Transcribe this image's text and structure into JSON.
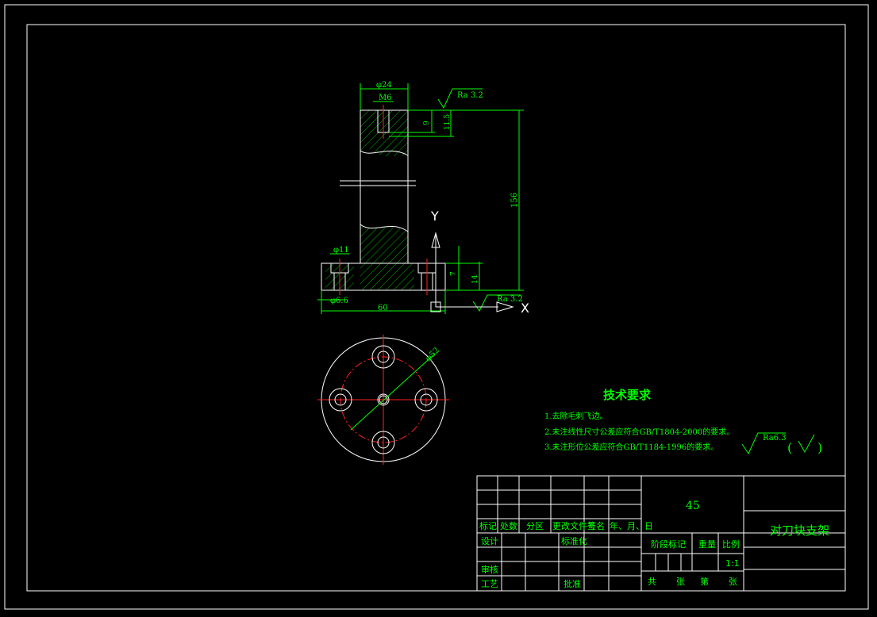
{
  "colors": {
    "background": "#000000",
    "outline": "#ffffff",
    "dimension": "#00ff00",
    "centerline": "#ff2020"
  },
  "front_view": {
    "dim_top_outer": "φ24",
    "dim_top_thread": "M6",
    "dim_depth_a": "9",
    "dim_depth_b": "11.5",
    "dim_height": "156",
    "dim_hole": "φ11",
    "dim_hole_small": "φ6.6",
    "dim_flange": "7",
    "dim_flange_total": "14",
    "dim_width": "60",
    "roughness_top": "Ra 3.2",
    "roughness_bottom": "Ra 3.2",
    "axis_y": "Y",
    "axis_x": "X"
  },
  "top_view": {
    "dim_pcd": "φ52"
  },
  "tech_requirements": {
    "title": "技术要求",
    "items": [
      "1.去除毛刺飞边。",
      "2.未注线性尺寸公差应符合GB/T1804-2000的要求。",
      "3.未注形位公差应符合GB/T1184-1996的要求。"
    ],
    "roughness_general": "Ra6.3",
    "roughness_paren_open": "(",
    "roughness_paren_close": ")"
  },
  "title_block": {
    "material": "45",
    "part_name": "对刀块支架",
    "row_labels": [
      "标记",
      "处数",
      "分区",
      "更改文件号",
      "签名",
      "年、月、日"
    ],
    "design": "设计",
    "standardize": "标准化",
    "review": "审核",
    "process": "工艺",
    "approve": "批准",
    "stage_mark": "阶段标记",
    "weight": "重量",
    "scale_label": "比例",
    "scale_value": "1:1",
    "total": "共",
    "sheets": "张",
    "sheet_no": "第",
    "sheets2": "张"
  }
}
